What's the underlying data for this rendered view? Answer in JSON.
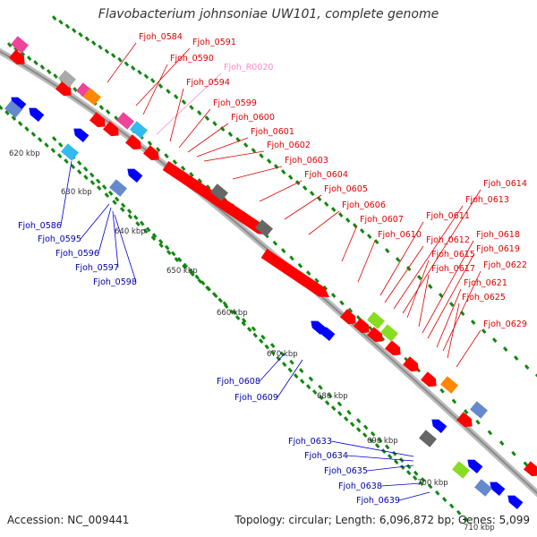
{
  "header": {
    "title": "Flavobacterium johnsoniae UW101, complete genome"
  },
  "footer": {
    "accession": "Accession: NC_009441",
    "summary": "Topology: circular; Length: 6,096,872 bp; Genes: 5,099"
  },
  "colors": {
    "forward_cds": "#ff0000",
    "reverse_cds": "#0000ff",
    "rna_label": "#ff88cc",
    "backbone": "#aaaaaa",
    "tick_dots": "#118811",
    "gray_cog": "#666666",
    "green_cog": "#88dd22",
    "blue_cog": "#6688cc",
    "orange_cog": "#ff8800",
    "pink_cog": "#ee4499",
    "cyan_cog": "#33bbee"
  },
  "scale_labels": [
    "620 kbp",
    "630 kbp",
    "640 kbp",
    "650 kbp",
    "660 kbp",
    "670 kbp",
    "680 kbp",
    "690 kbp",
    "700 kbp",
    "710 kbp"
  ],
  "forward_labels": [
    "Fjoh_0584",
    "Fjoh_0591",
    "Fjoh_0590",
    "Fjoh_R0020",
    "Fjoh_0594",
    "Fjoh_0599",
    "Fjoh_0600",
    "Fjoh_0601",
    "Fjoh_0602",
    "Fjoh_0603",
    "Fjoh_0604",
    "Fjoh_0605",
    "Fjoh_0606",
    "Fjoh_0607",
    "Fjoh_0610",
    "Fjoh_0611",
    "Fjoh_0612",
    "Fjoh_0613",
    "Fjoh_0614",
    "Fjoh_0615",
    "Fjoh_0617",
    "Fjoh_0618",
    "Fjoh_0619",
    "Fjoh_0621",
    "Fjoh_0622",
    "Fjoh_0625",
    "Fjoh_0629"
  ],
  "reverse_labels": [
    "Fjoh_0586",
    "Fjoh_0595",
    "Fjoh_0596",
    "Fjoh_0597",
    "Fjoh_0598",
    "Fjoh_0608",
    "Fjoh_0609",
    "Fjoh_0633",
    "Fjoh_0634",
    "Fjoh_0635",
    "Fjoh_0638",
    "Fjoh_0639"
  ]
}
